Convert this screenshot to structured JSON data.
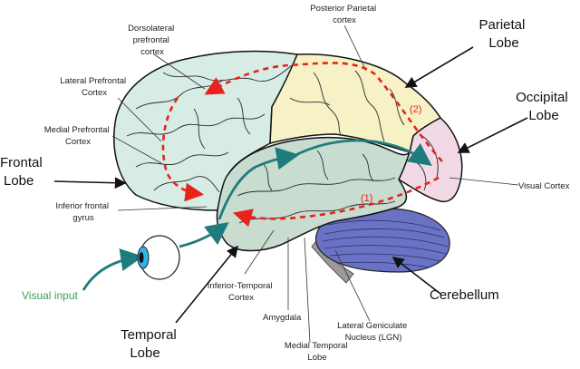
{
  "colors": {
    "frontal": "#d6ece4",
    "parietal": "#f6f2c6",
    "occipital": "#f1d9e6",
    "temporal": "#c9dcd0",
    "cerebellum": "#6a72c4",
    "arrow_red": "#e8231b",
    "arrow_teal": "#1f7c7c",
    "visual_input": "#3aa05a",
    "eye_iris": "#2ab6e6"
  },
  "labels": {
    "dlpfc": [
      "Dorsolateral",
      "prefrontal",
      "cortex"
    ],
    "ppc": [
      "Posterior Parietal",
      "cortex"
    ],
    "parietal_lobe": [
      "Parietal",
      "Lobe"
    ],
    "lpfc": [
      "Lateral Prefrontal",
      "Cortex"
    ],
    "occipital_lobe": [
      "Occipital",
      "Lobe"
    ],
    "mpfc": [
      "Medial Prefrontal",
      "Cortex"
    ],
    "frontal_lobe": [
      "Frontal",
      "Lobe"
    ],
    "visual_cortex": "Visual Cortex",
    "ifg": [
      "Inferior frontal",
      "gyrus"
    ],
    "visual_input": "Visual input",
    "it_cortex": [
      "Inferior-Temporal",
      "Cortex"
    ],
    "cerebellum": "Cerebellum",
    "amygdala": "Amygdala",
    "lgn": [
      "Lateral Geniculate",
      "Nucleus (LGN)"
    ],
    "temporal_lobe": [
      "Temporal",
      "Lobe"
    ],
    "mtl": [
      "Medial Temporal",
      "Lobe"
    ]
  },
  "pathway_markers": {
    "ventral": "(1)",
    "dorsal": "(2)"
  }
}
